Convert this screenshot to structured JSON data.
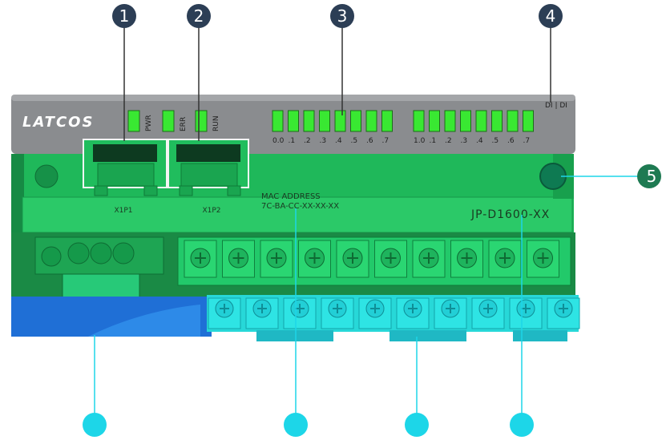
{
  "brand": "LATCOS",
  "status_leds": {
    "pwr": "PWR",
    "err": "ERR",
    "run": "RUN"
  },
  "di_header": "DI | DI",
  "group1_labels": [
    "0.0",
    ".1",
    ".2",
    ".3",
    ".4",
    ".5",
    ".6",
    ".7"
  ],
  "group2_labels": [
    "1.0",
    ".1",
    ".2",
    ".3",
    ".4",
    ".5",
    ".6",
    ".7"
  ],
  "ports": {
    "p1": "X1P1",
    "p2": "X1P2"
  },
  "mac": {
    "label": "MAC ADDRESS",
    "value": "7C-BA-CC-XX-XX-XX"
  },
  "model": "JP-D1600-XX",
  "callouts": [
    "1",
    "2",
    "3",
    "4",
    "5"
  ],
  "colors": {
    "led_green": "#39e832",
    "panel_gray": "#8a8c8f",
    "body_green": "#1fb85a",
    "terminal_green": "#22c96a",
    "terminal_cyan": "#27d8d8",
    "callout_dark": "#2c3e55",
    "callout_cyan": "#1dd6e8"
  }
}
